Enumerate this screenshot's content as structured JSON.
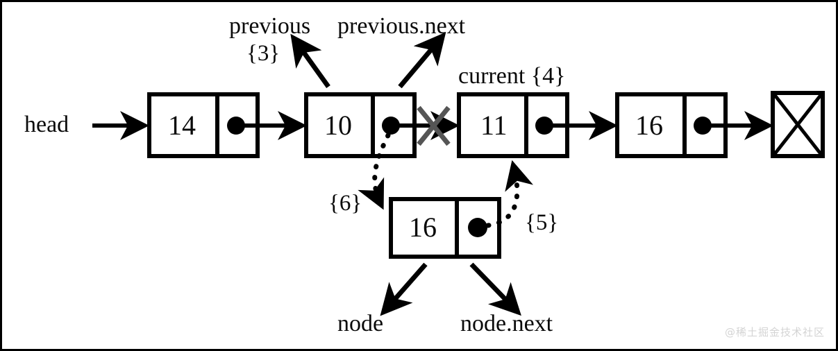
{
  "figure": {
    "title": "Singly linked list node insertion diagram",
    "background_color": "#ffffff",
    "stroke_color": "#000000",
    "cancel_mark_color": "#555555",
    "watermark": "@稀土掘金技术社区"
  },
  "pointers": {
    "head_label": "head",
    "previous_label": "previous",
    "previous_step": "{3}",
    "previous_next_label": "previous.next",
    "current_label": "current {4}",
    "node_label": "node",
    "node_next_label": "node.next",
    "step_five": "{5}",
    "step_six": "{6}"
  },
  "list": {
    "nodes": [
      {
        "value": "14",
        "name": "node-14"
      },
      {
        "value": "10",
        "name": "node-10"
      },
      {
        "value": "11",
        "name": "node-11"
      },
      {
        "value": "16",
        "name": "node-16"
      }
    ],
    "terminator": "null",
    "new_node": {
      "value": "16",
      "name": "new-node-16"
    }
  }
}
